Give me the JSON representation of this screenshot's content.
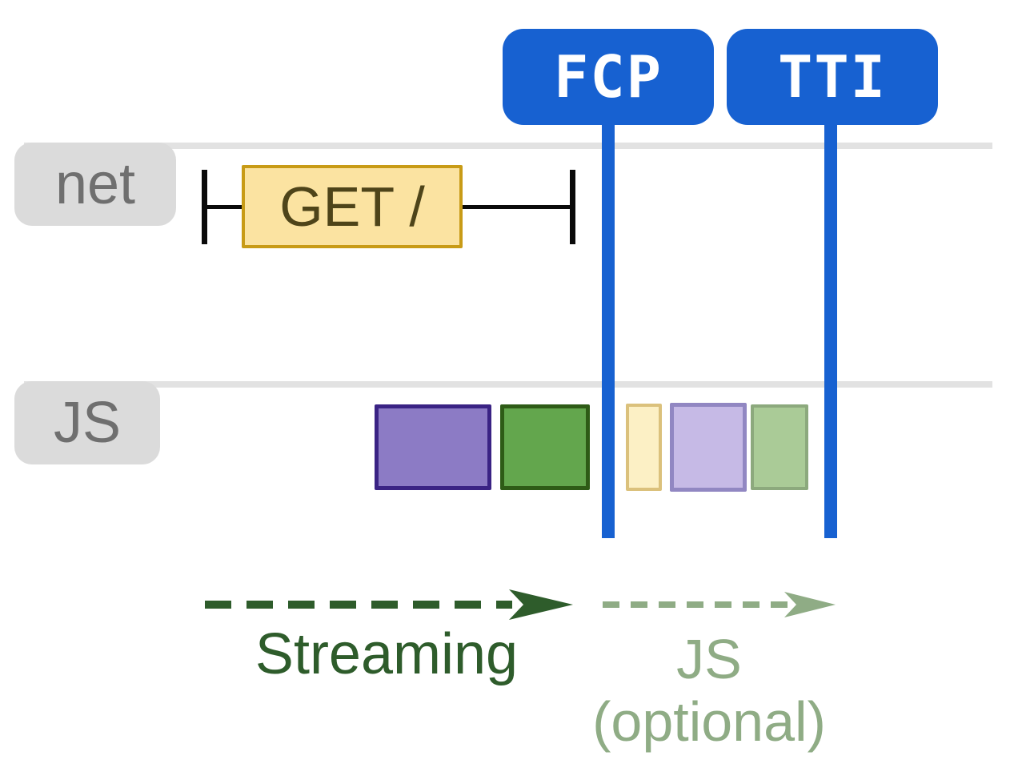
{
  "markers": {
    "fcp": {
      "label": "FCP"
    },
    "tti": {
      "label": "TTI"
    }
  },
  "lanes": {
    "net": {
      "label": "net"
    },
    "js": {
      "label": "JS"
    }
  },
  "network_request": {
    "label": "GET /"
  },
  "js_tasks": [
    {
      "name": "solid-purple-task",
      "phase": "streaming"
    },
    {
      "name": "solid-green-task",
      "phase": "streaming"
    },
    {
      "name": "faded-yellow-task",
      "phase": "js-optional"
    },
    {
      "name": "faded-purple-task",
      "phase": "js-optional"
    },
    {
      "name": "faded-green-task",
      "phase": "js-optional"
    }
  ],
  "phases": {
    "streaming": {
      "label": "Streaming"
    },
    "js_optional": {
      "label": "JS",
      "sublabel": "(optional)"
    }
  },
  "colors": {
    "marker_blue": "#1761d1",
    "lane_line_grey": "#e2e2e2",
    "lane_tab_grey": "#dbdbdb",
    "lane_text_grey": "#6f6f6f",
    "request_fill": "#fbe3a1",
    "request_border": "#c89b16",
    "request_text": "#4e4419",
    "streaming_green": "#2e5c2b",
    "optional_green": "#8fac85",
    "task_purple": "#8c7bc5",
    "task_purple_border": "#3a2384",
    "task_green": "#63a64d",
    "task_green_border": "#2e5b16",
    "task_yellow_faded": "#fcf0c5",
    "task_purple_faded": "#c6bae6",
    "task_green_faded": "#aacb97"
  }
}
